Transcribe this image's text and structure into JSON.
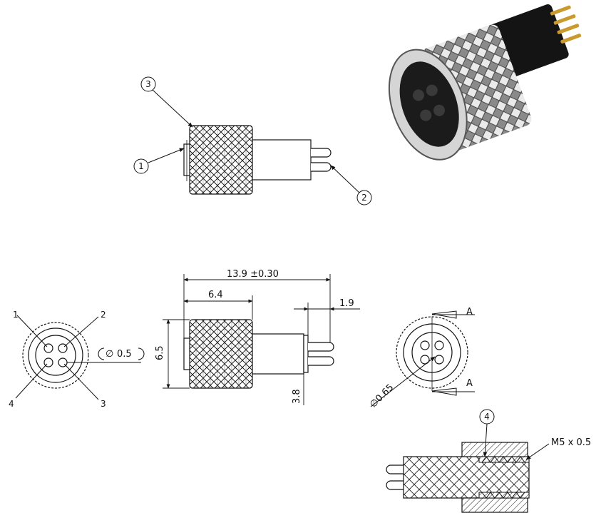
{
  "callouts": {
    "top": [
      "3",
      "1",
      "2"
    ],
    "section": "4"
  },
  "pins": [
    "1",
    "2",
    "3",
    "4"
  ],
  "dimensions": {
    "overall_length": "13.9 ±0.30",
    "knurl_length": "6.4",
    "pin_offset": "1.9",
    "diameter": "6.5",
    "body_diameter": "3.8",
    "pin_hole": "0.5",
    "pin_hole_symbol": "∅",
    "face_diameter": "∅0.65",
    "section_a_top": "A",
    "section_a_bottom": "A",
    "thread": "M5 x 0.5"
  },
  "colors": {
    "line": "#111111",
    "knurl_fill": "#ffffff",
    "photo_dark": "#1a1a1a",
    "photo_metal": "#cfcfcf",
    "photo_gold": "#c99a2e"
  }
}
